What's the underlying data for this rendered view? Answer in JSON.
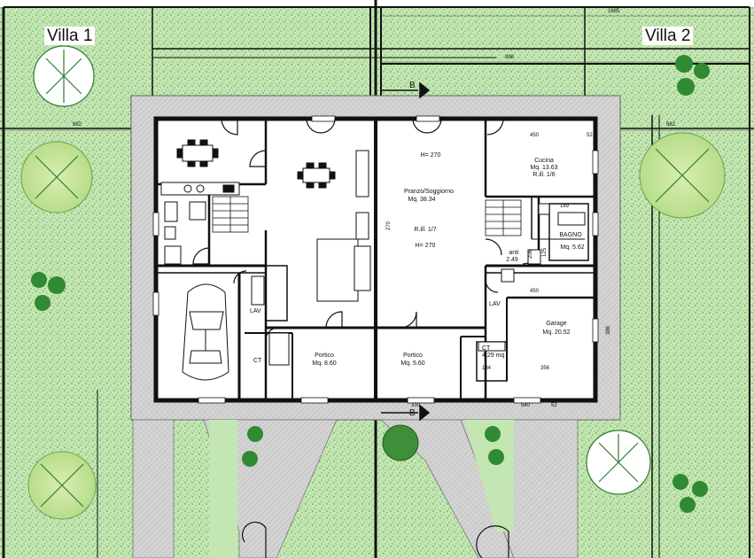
{
  "villas": {
    "left": "Villa 1",
    "right": "Villa 2"
  },
  "section_marker": "B",
  "rooms": {
    "pranzo_title": "Pranzo/Soggiorno",
    "pranzo_area": "Mq. 38.34",
    "pranzo_ratio": "R.ill. 1/7",
    "pranzo_h_top": "H= 270",
    "pranzo_h_bottom": "H= 270",
    "cucina_title": "Cucina",
    "cucina_area": "Mq. 13.63",
    "cucina_ratio": "R.ill. 1/6",
    "bagno_title": "BAGNO",
    "bagno_area": "Mq. 5.62",
    "anti_title": "anti",
    "anti_area": "2.49",
    "garage_title": "Garage",
    "garage_area": "Mq. 20.52",
    "ct_title": "CT",
    "ct_area": "4.29 mq",
    "ct_left": "CT",
    "lav_left": "LAV",
    "lav_right": "LAV",
    "portico_left_title": "Portico",
    "portico_left_area": "Mq. 8.60",
    "portico_right_title": "Portico",
    "portico_right_area": "Mq. 5.60"
  },
  "dimensions": {
    "top_right_length": "1685",
    "top_inner_length": "998",
    "left_side": "682",
    "right_side": "682",
    "cucina_width": "450",
    "cucina_small": "52",
    "bagno_width": "189",
    "garage_width": "450",
    "garage_inner": "356",
    "ct_inner": "184",
    "bottom_left": "330",
    "bottom_mid": "540",
    "bottom_right": "52",
    "v_a": "270",
    "v_b": "125",
    "v_c": "206",
    "v_d": "386"
  },
  "colors": {
    "grass": "#bfe3ad",
    "grass_dots": "#3f8d3a",
    "paving": "#d2d2d2",
    "wall": "#111111",
    "tree": "#c6e59a"
  }
}
